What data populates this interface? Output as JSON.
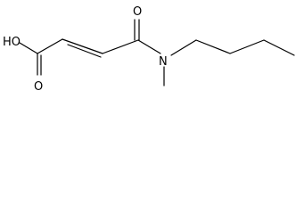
{
  "molecule": {
    "atoms": {
      "hydroxyl": "HO",
      "carbonyl_oxygen_acid": "O",
      "carbonyl_oxygen_amide": "O",
      "amide_nitrogen": "N"
    }
  },
  "colors": {
    "bond": "#000000",
    "text": "#000000",
    "background": "#ffffff"
  }
}
